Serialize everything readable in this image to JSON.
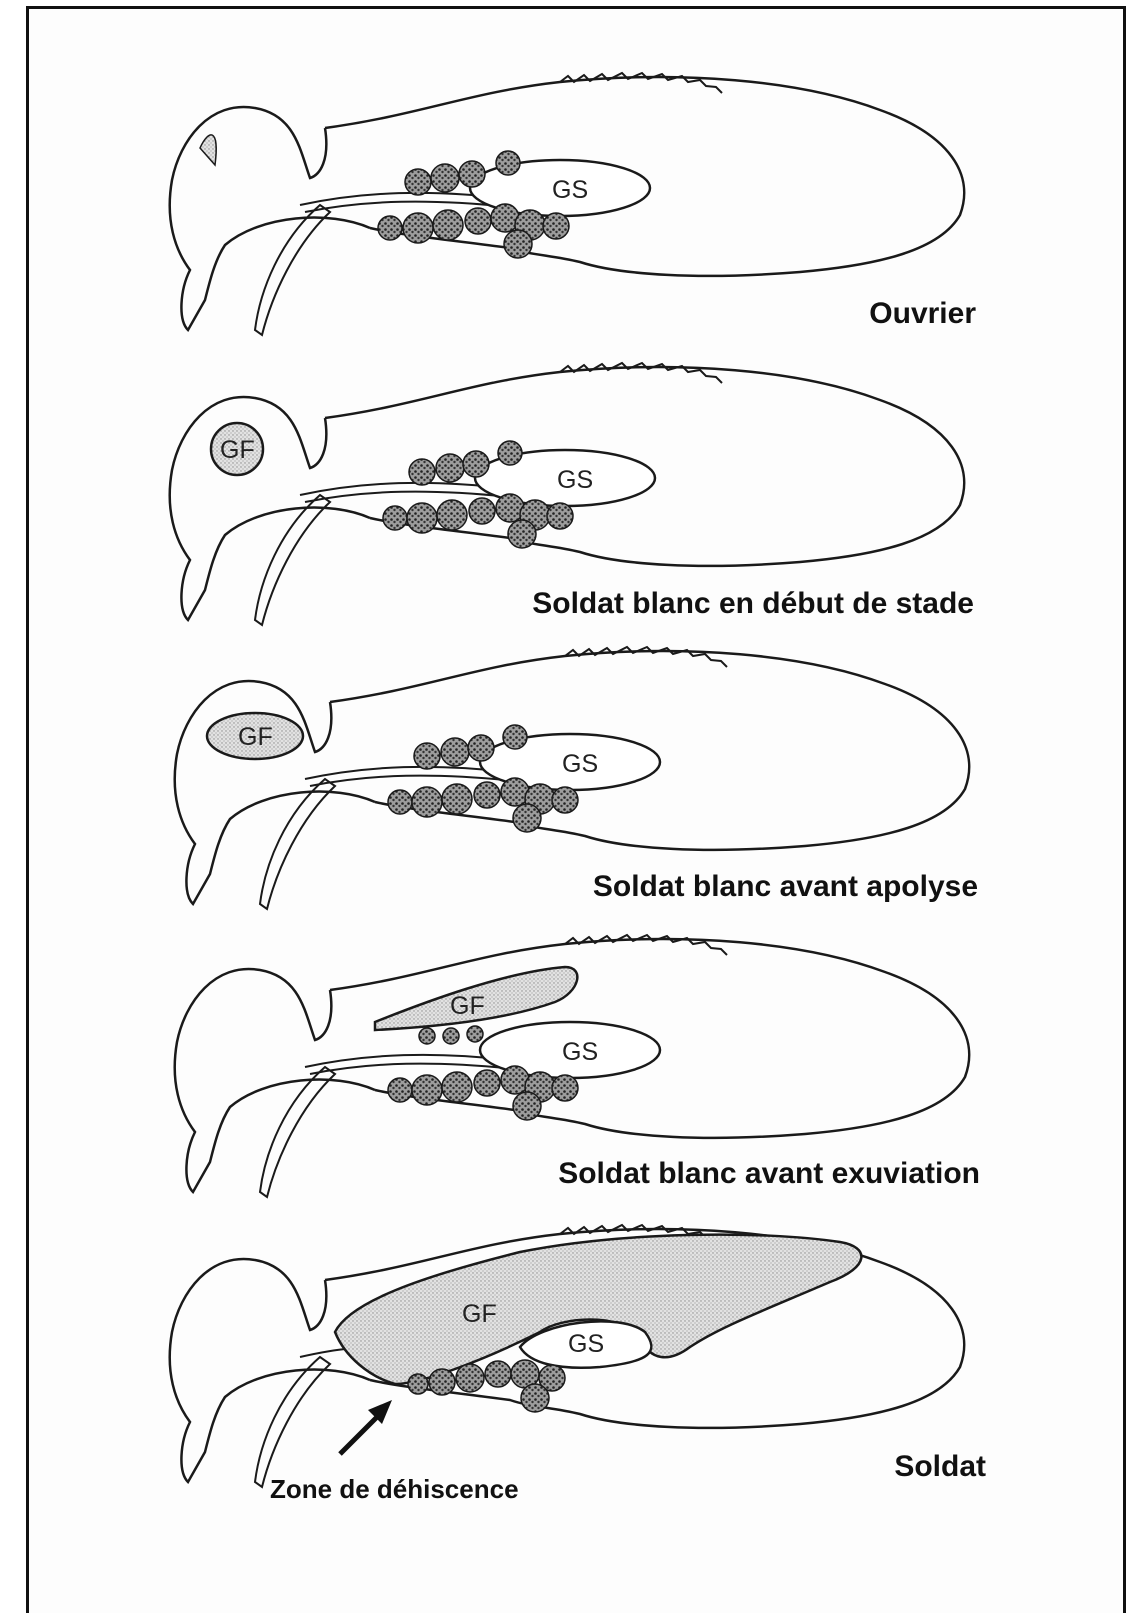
{
  "panels": [
    {
      "label": "Ouvrier",
      "gland_labels": [
        "GS"
      ]
    },
    {
      "label": "Soldat blanc en début de stade",
      "gland_labels": [
        "GF",
        "GS"
      ]
    },
    {
      "label": "Soldat blanc avant apolyse",
      "gland_labels": [
        "GF",
        "GS"
      ]
    },
    {
      "label": "Soldat blanc avant exuviation",
      "gland_labels": [
        "GF",
        "GS"
      ]
    },
    {
      "label": "Soldat",
      "gland_labels": [
        "GF",
        "GS"
      ]
    }
  ],
  "annotation": {
    "label": "Zone de déhiscence"
  },
  "colors": {
    "outline": "#1a1a1a",
    "stipple": "#d6d6d6",
    "granule": "#3a3a3a"
  }
}
